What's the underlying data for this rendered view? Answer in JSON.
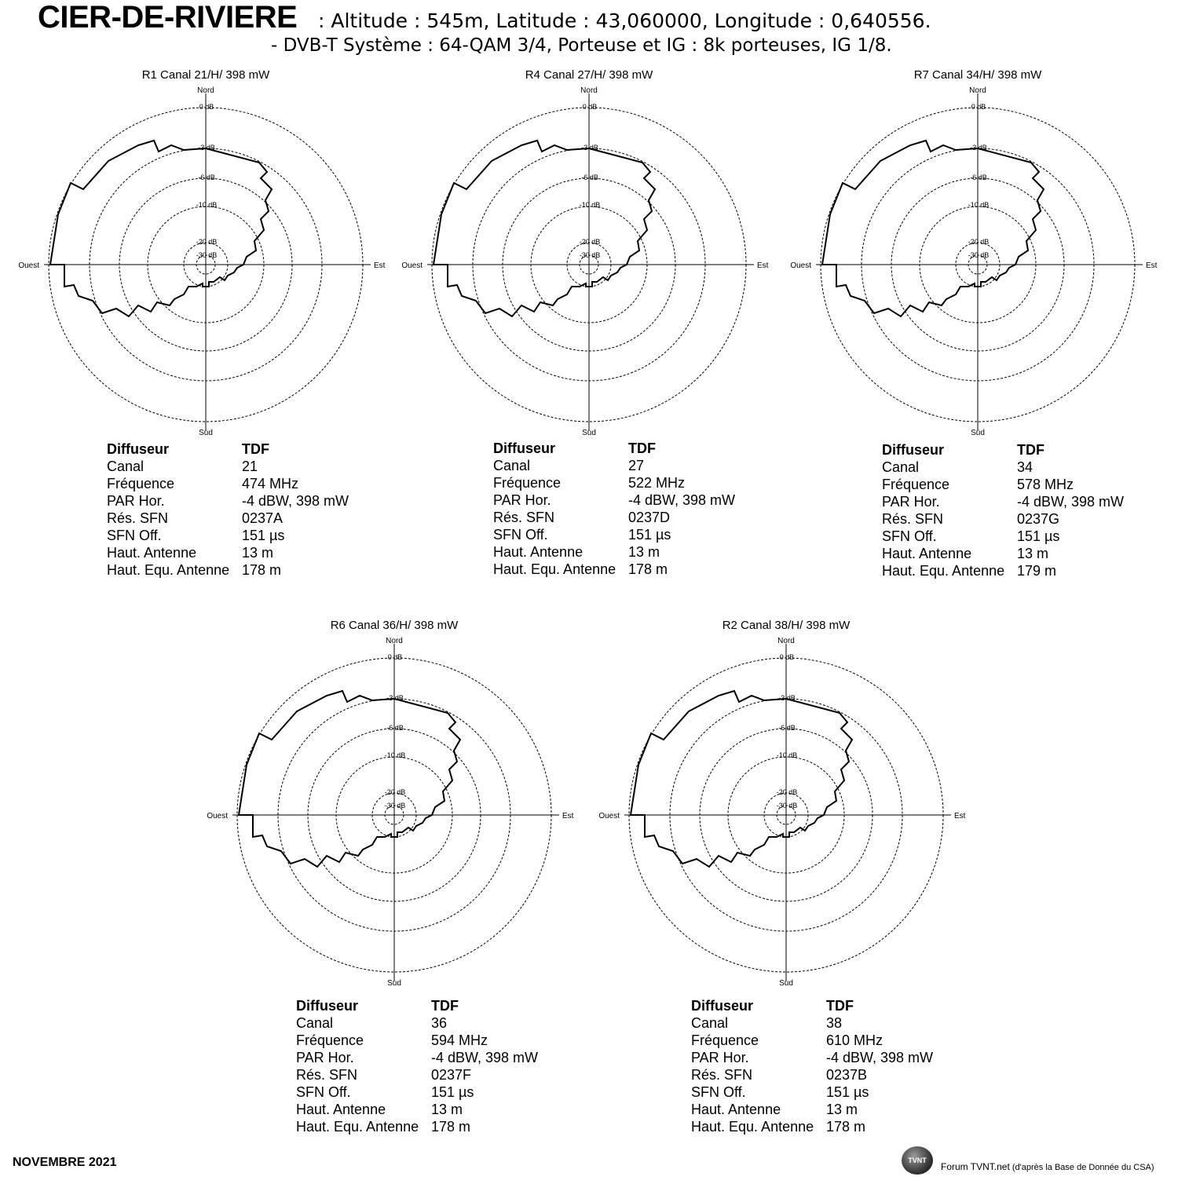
{
  "header": {
    "site": "CIER-DE-RIVIERE",
    "line1": ": Altitude : 545m, Latitude : 43,060000, Longitude : 0,640556.",
    "line2": "- DVB-T  Système : 64-QAM 3/4,  Porteuse et IG : 8k porteuses, IG 1/8."
  },
  "compass": {
    "north": "Nord",
    "south": "Sud",
    "east": "Est",
    "west": "Ouest"
  },
  "rings": [
    "0 dB",
    "-3 dB",
    "-6 dB",
    "-10 dB",
    "-20 dB",
    "-30 dB"
  ],
  "info_labels": [
    "Diffuseur",
    "Canal",
    "Fréquence",
    "PAR Hor.",
    "Rés. SFN",
    "SFN Off.",
    "Haut. Antenne",
    "Haut. Equ. Antenne"
  ],
  "panels": [
    {
      "label": "R1  Canal 21/H/ 398 mW",
      "diffuseur": "TDF",
      "canal": "21",
      "frequence": "474 MHz",
      "par": "-4 dBW, 398 mW",
      "sfn": "0237A",
      "sfn_off": "151 µs",
      "haut_antenne": "13 m",
      "haut_equ": "178 m"
    },
    {
      "label": "R4  Canal 27/H/ 398 mW",
      "diffuseur": "TDF",
      "canal": "27",
      "frequence": "522 MHz",
      "par": "-4 dBW, 398 mW",
      "sfn": "0237D",
      "sfn_off": "151 µs",
      "haut_antenne": "13 m",
      "haut_equ": "178 m"
    },
    {
      "label": "R7  Canal 34/H/ 398 mW",
      "diffuseur": "TDF",
      "canal": "34",
      "frequence": "578 MHz",
      "par": "-4 dBW, 398 mW",
      "sfn": "0237G",
      "sfn_off": "151 µs",
      "haut_antenne": "13 m",
      "haut_equ": "179 m"
    },
    {
      "label": "R6  Canal 36/H/ 398 mW",
      "diffuseur": "TDF",
      "canal": "36",
      "frequence": "594 MHz",
      "par": "-4 dBW, 398 mW",
      "sfn": "0237F",
      "sfn_off": "151 µs",
      "haut_antenne": "13 m",
      "haut_equ": "178 m"
    },
    {
      "label": "R2  Canal 38/H/ 398 mW",
      "diffuseur": "TDF",
      "canal": "38",
      "frequence": "610 MHz",
      "par": "-4 dBW, 398 mW",
      "sfn": "0237B",
      "sfn_off": "151 µs",
      "haut_antenne": "13 m",
      "haut_equ": "178 m"
    }
  ],
  "footer": {
    "date": "NOVEMBRE 2021",
    "logo": "TVNT",
    "brand": "Forum TVNT.net",
    "source": "(d'après la Base de Donnée du CSA)"
  }
}
